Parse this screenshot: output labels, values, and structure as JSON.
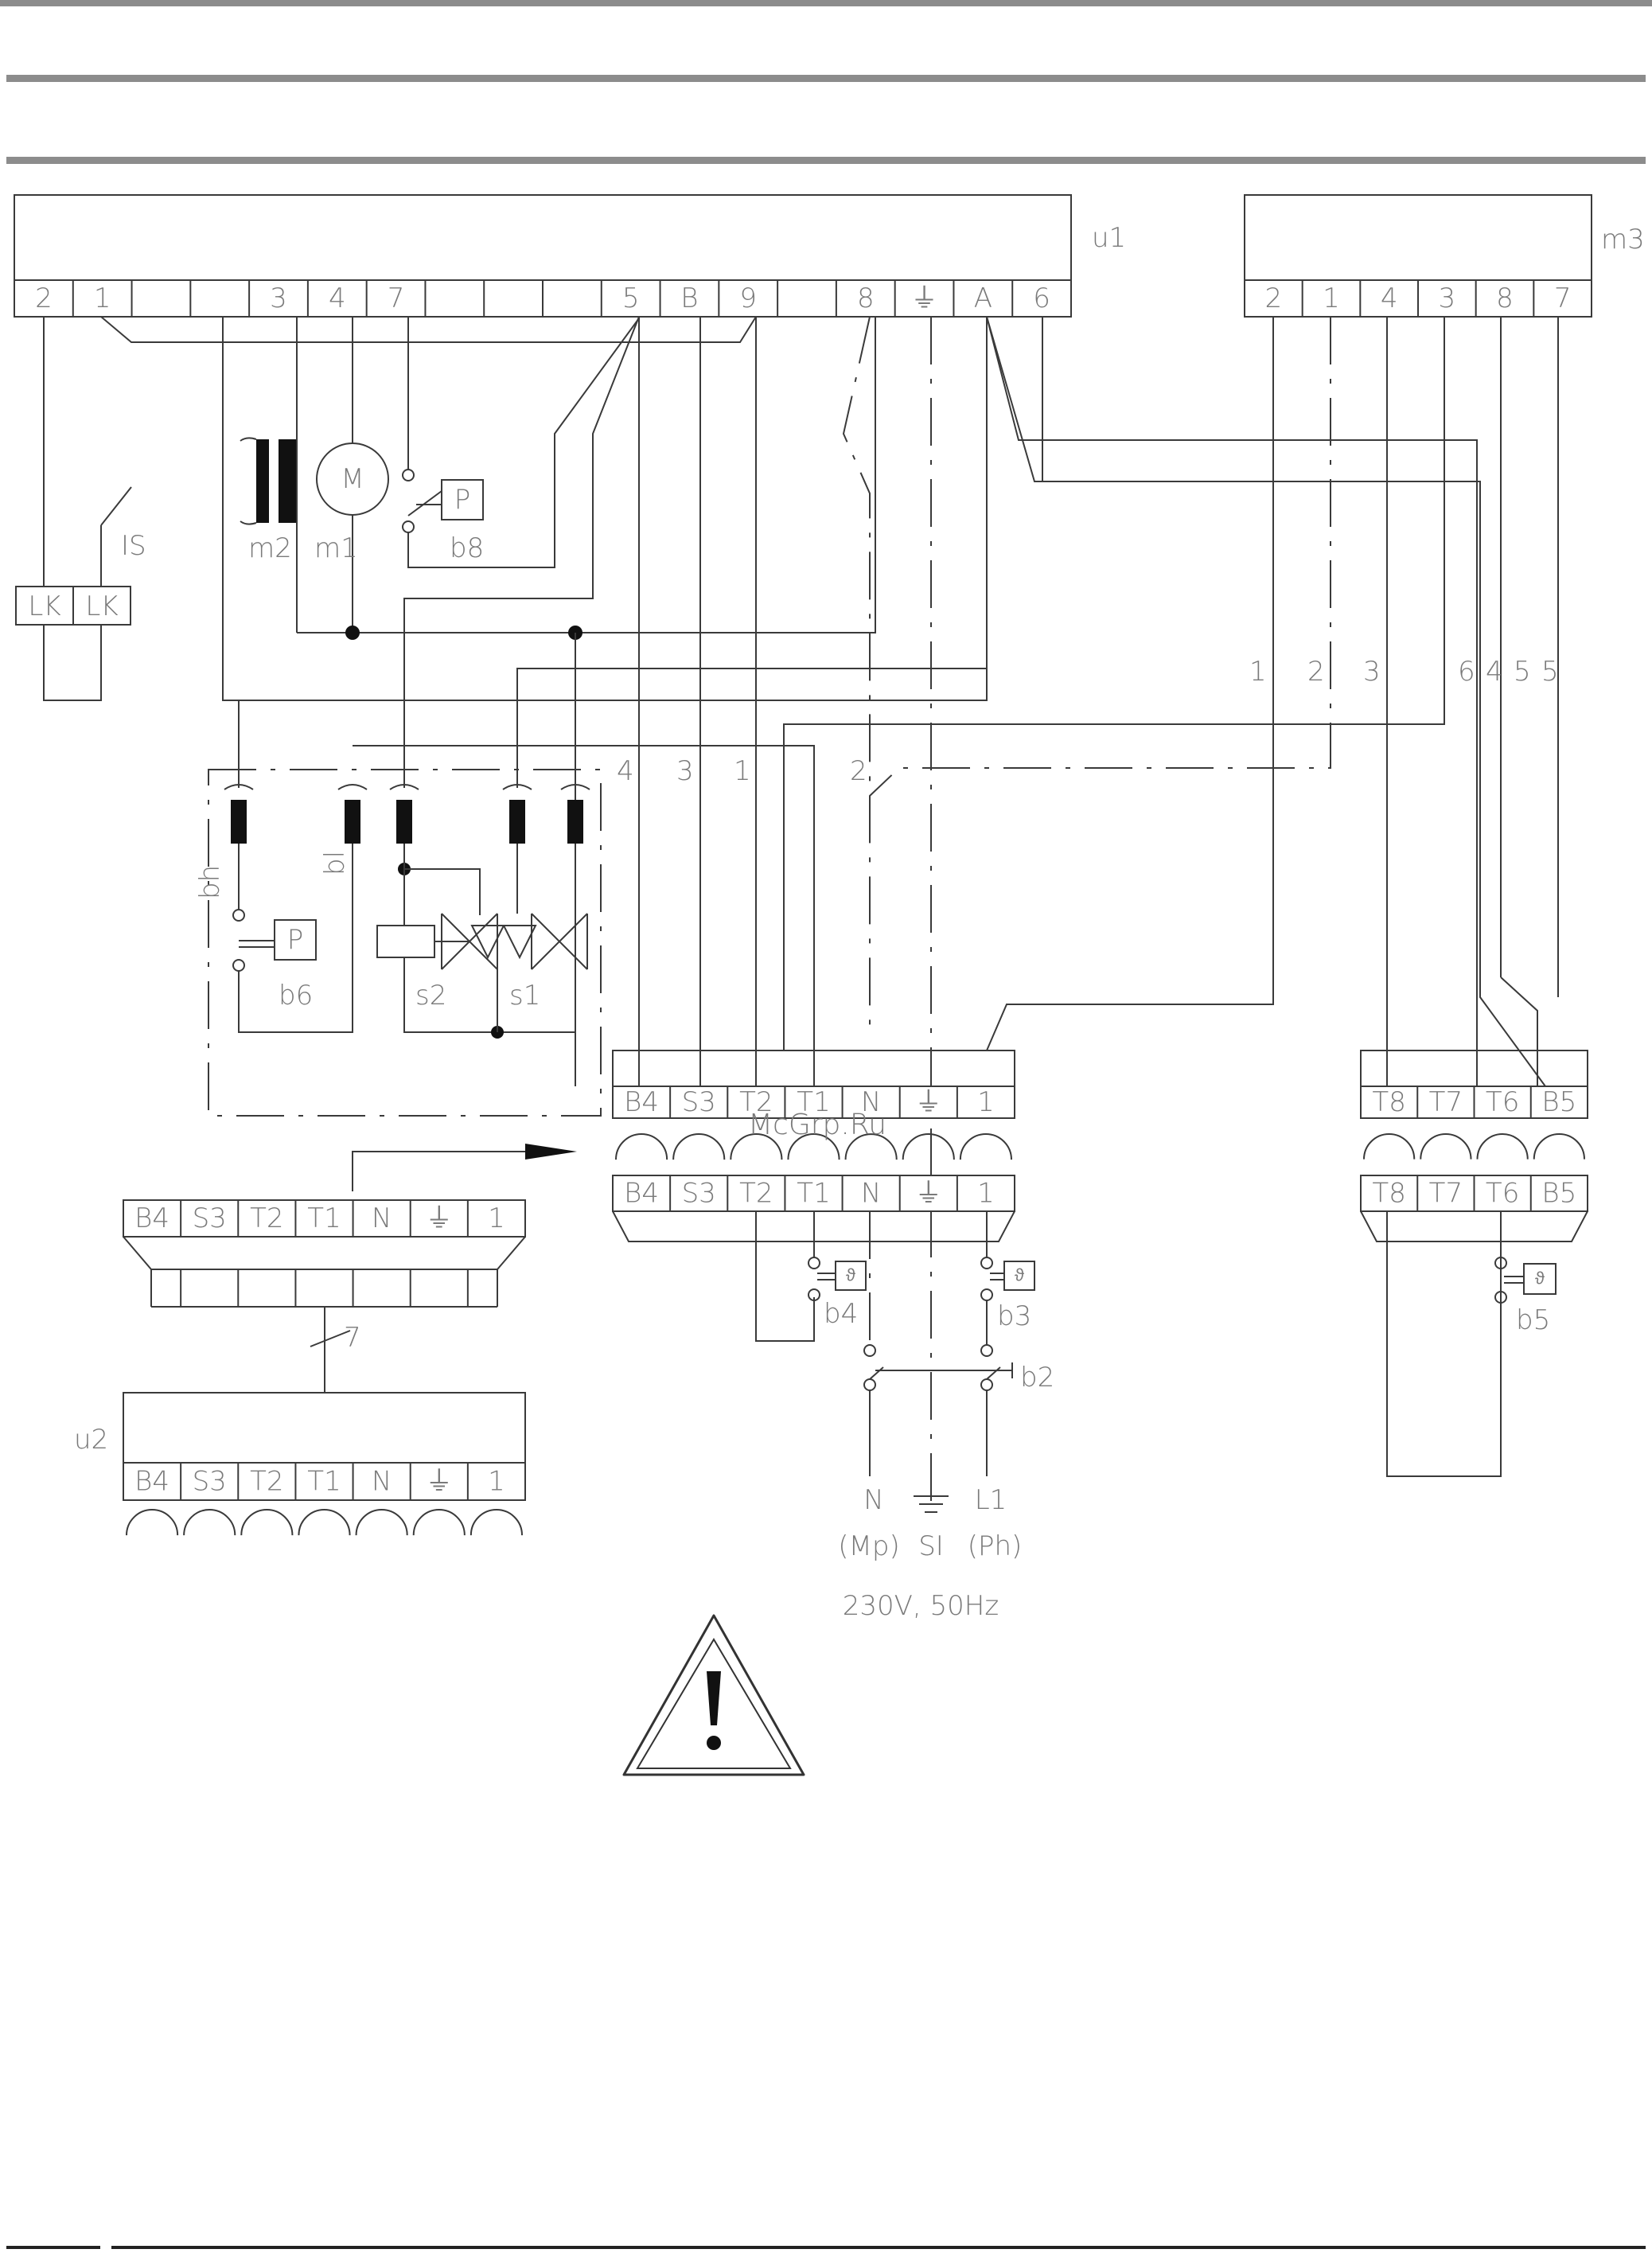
{
  "units": {
    "u1": "u1",
    "m3": "m3",
    "u2": "u2"
  },
  "u1_terminals": [
    "2",
    "1",
    "",
    "",
    "3",
    "4",
    "7",
    "",
    "",
    "",
    "5",
    "B",
    "9",
    "",
    "8",
    "⏚",
    "A",
    "6"
  ],
  "m3_terminals": [
    "2",
    "1",
    "4",
    "3",
    "8",
    "7"
  ],
  "main_block_terminals": [
    "B4",
    "S3",
    "T2",
    "T1",
    "N",
    "⏚",
    "1"
  ],
  "right_block_terminals": [
    "T8",
    "T7",
    "T6",
    "B5"
  ],
  "u2_terminals": [
    "B4",
    "S3",
    "T2",
    "T1",
    "N",
    "⏚",
    "1"
  ],
  "components": {
    "lk1": "LK",
    "lk2": "LK",
    "is": "IS",
    "m2": "m2",
    "m1": "m1",
    "m1_symbol": "M",
    "b8": "b8",
    "p": "P",
    "b6": "b6",
    "bh": "bh",
    "bl": "bl",
    "s2": "s2",
    "s1": "s1",
    "b4": "b4",
    "b3": "b3",
    "b2": "b2",
    "b5": "b5"
  },
  "wire_numbers": {
    "w4": "4",
    "w3": "3",
    "w1": "1",
    "w2": "2",
    "r1": "1",
    "r2": "2",
    "r3": "3",
    "r6": "6",
    "r4": "4",
    "r5": "5",
    "cable7": "7"
  },
  "supply": {
    "n": "N",
    "l1": "L1",
    "mp": "(Mp)",
    "si": "SI",
    "ph": "(Ph)",
    "voltage": "230V, 50Hz"
  },
  "watermark": "McGrp.Ru"
}
